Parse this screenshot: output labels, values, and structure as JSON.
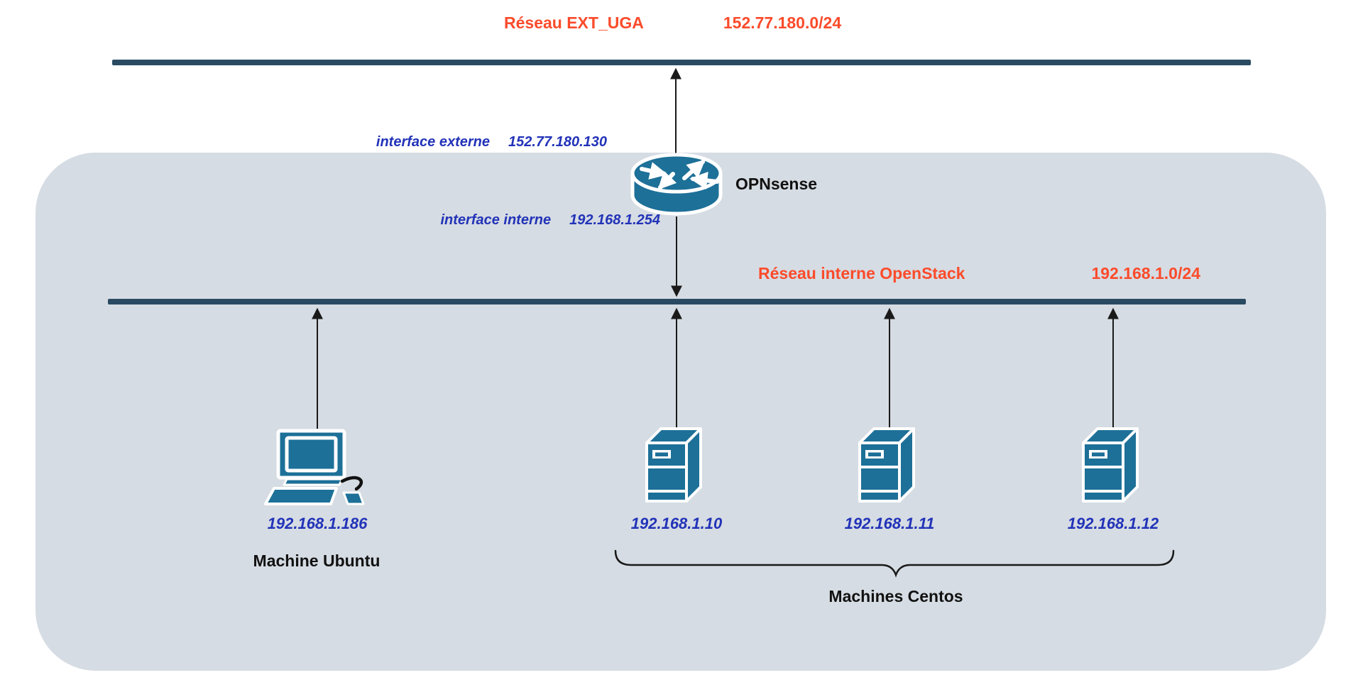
{
  "diagram": {
    "external_network": {
      "label": "Réseau EXT_UGA",
      "cidr": "152.77.180.0/24"
    },
    "router": {
      "name": "OPNsense",
      "icon": "router-icon",
      "interface_externe": {
        "label": "interface externe",
        "ip": "152.77.180.130"
      },
      "interface_interne": {
        "label": "interface interne",
        "ip": "192.168.1.254"
      }
    },
    "internal_network": {
      "label": "Réseau interne OpenStack",
      "cidr": "192.168.1.0/24"
    },
    "machines": {
      "ubuntu": {
        "label": "Machine Ubuntu",
        "ip": "192.168.1.186",
        "icon": "desktop-computer-icon"
      },
      "centos": {
        "group_label": "Machines Centos",
        "icon": "server-icon",
        "ips": [
          "192.168.1.10",
          "192.168.1.11",
          "192.168.1.12"
        ]
      }
    }
  },
  "colors": {
    "accent_orange": "#FB4B2B",
    "line_navy": "#2A4A62",
    "text_blue": "#2233B8",
    "icon_teal": "#1D7098",
    "container_gray": "#D6DCE3",
    "arrow_black": "#1A1A1A"
  }
}
